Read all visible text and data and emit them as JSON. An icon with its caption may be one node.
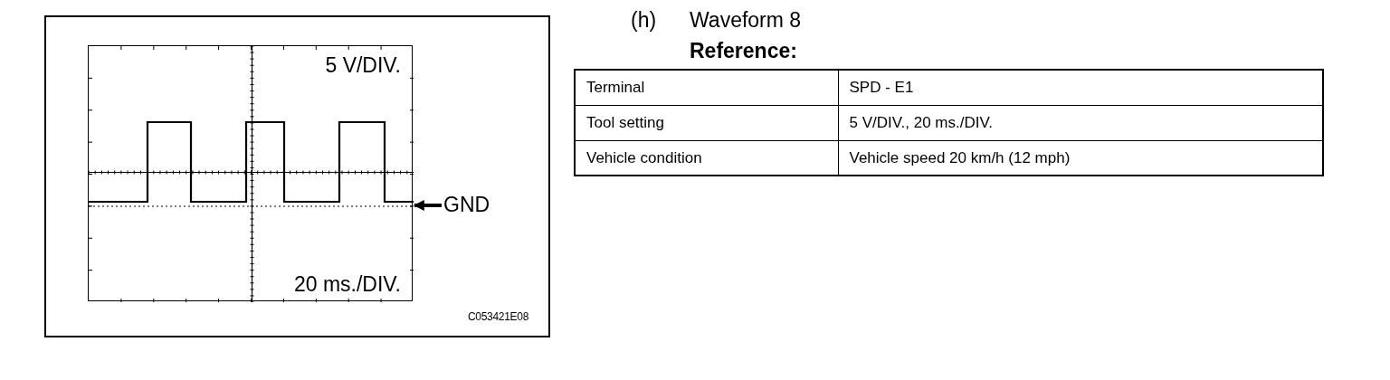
{
  "diagram": {
    "nodes": [
      {
        "text": [
          "5 V/DIV.",
          "20 ms./DIV."
        ]
      },
      {
        "text": [
          "GND"
        ]
      }
    ],
    "edges": [
      {
        "from": 1,
        "to": 0,
        "arrow": "to"
      }
    ],
    "labels": [
      "(h)",
      "Waveform 8",
      "Reference:",
      "Terminal",
      "SPD - E1",
      "Tool setting",
      "5 V/DIV., 20 ms./DIV.",
      "Vehicle condition",
      "Vehicle speed 20 km/h (12 mph)",
      "C053421E08"
    ]
  }
}
